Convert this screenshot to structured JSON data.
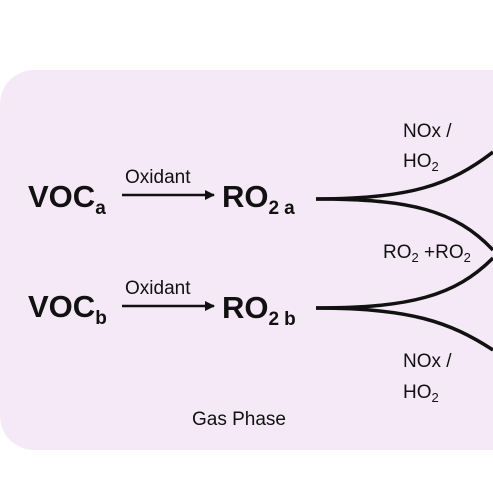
{
  "region_label": "Gas Phase",
  "voc_a": {
    "main": "VOC",
    "sub": "a"
  },
  "voc_b": {
    "main": "VOC",
    "sub": "b"
  },
  "arrow_a_label": "Oxidant",
  "arrow_b_label": "Oxidant",
  "ro2_a": {
    "main": "RO",
    "sub": "2",
    "suffix": "a"
  },
  "ro2_b": {
    "main": "RO",
    "sub": "2",
    "suffix": "b"
  },
  "top_reagent": {
    "line1": "NOx /",
    "line2_main": "HO",
    "line2_sub": "2"
  },
  "middle_reagent": {
    "a_main": "RO",
    "a_sub": "2",
    "join": " +",
    "b_main": "RO",
    "b_sub": "2"
  },
  "bottom_reagent": {
    "line1": "NOx /",
    "line2_main": "HO",
    "line2_sub": "2"
  },
  "colors": {
    "panel": "#f6e9f7",
    "ink": "#111111"
  }
}
